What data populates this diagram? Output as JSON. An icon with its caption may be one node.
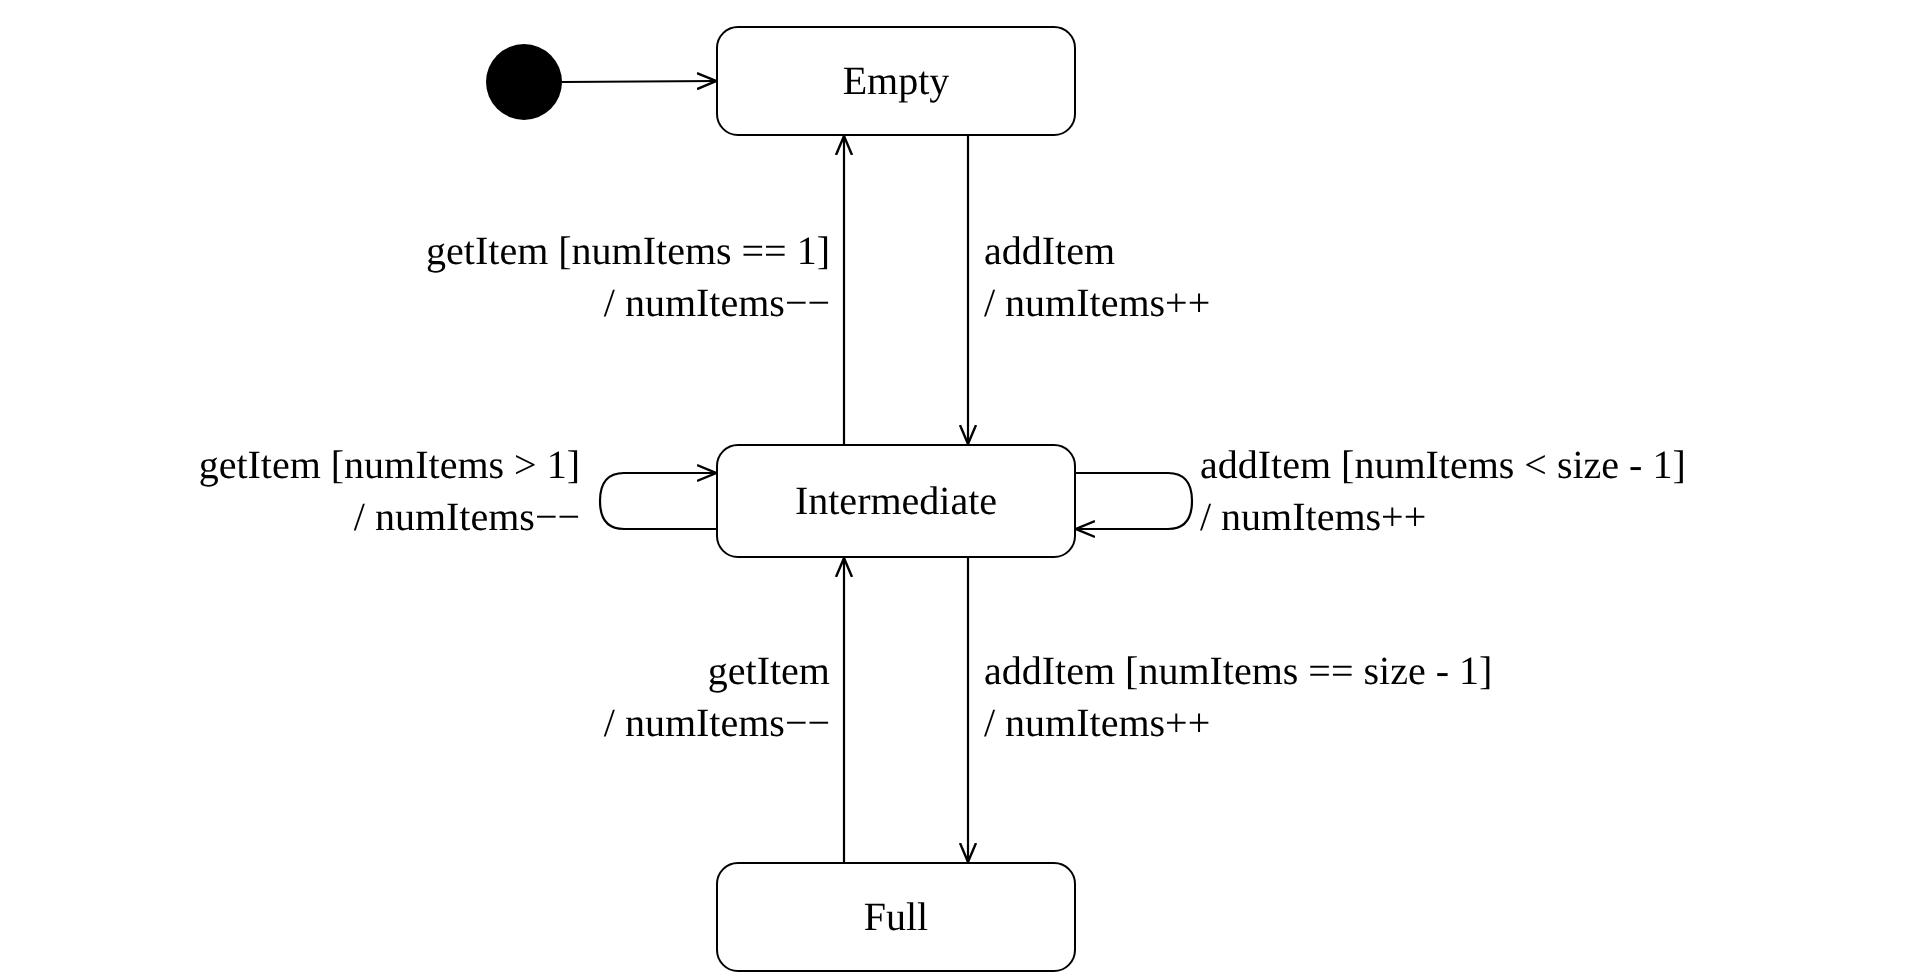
{
  "diagram": {
    "nodes": [
      {
        "text": [],
        "shape": "circle"
      },
      {
        "text": [
          "Empty"
        ]
      },
      {
        "text": [
          "Intermediate"
        ]
      },
      {
        "text": [
          "Full"
        ]
      }
    ],
    "edges": [
      {
        "from": 0,
        "to": 1,
        "arrow": "to"
      },
      {
        "from": 1,
        "to": 2,
        "arrow": "to",
        "label": "addItem / numItems++"
      },
      {
        "from": 2,
        "to": 1,
        "arrow": "to",
        "label": "getItem [numItems == 1] / numItems−−"
      },
      {
        "from": 2,
        "to": 2,
        "arrow": "to",
        "label": "getItem [numItems > 1] / numItems−−"
      },
      {
        "from": 2,
        "to": 2,
        "arrow": "to",
        "label": "addItem [numItems < size - 1] / numItems++"
      },
      {
        "from": 2,
        "to": 3,
        "arrow": "to",
        "label": "addItem [numItems == size - 1] / numItems++"
      },
      {
        "from": 3,
        "to": 2,
        "arrow": "to",
        "label": "getItem / numItems−−"
      }
    ]
  }
}
